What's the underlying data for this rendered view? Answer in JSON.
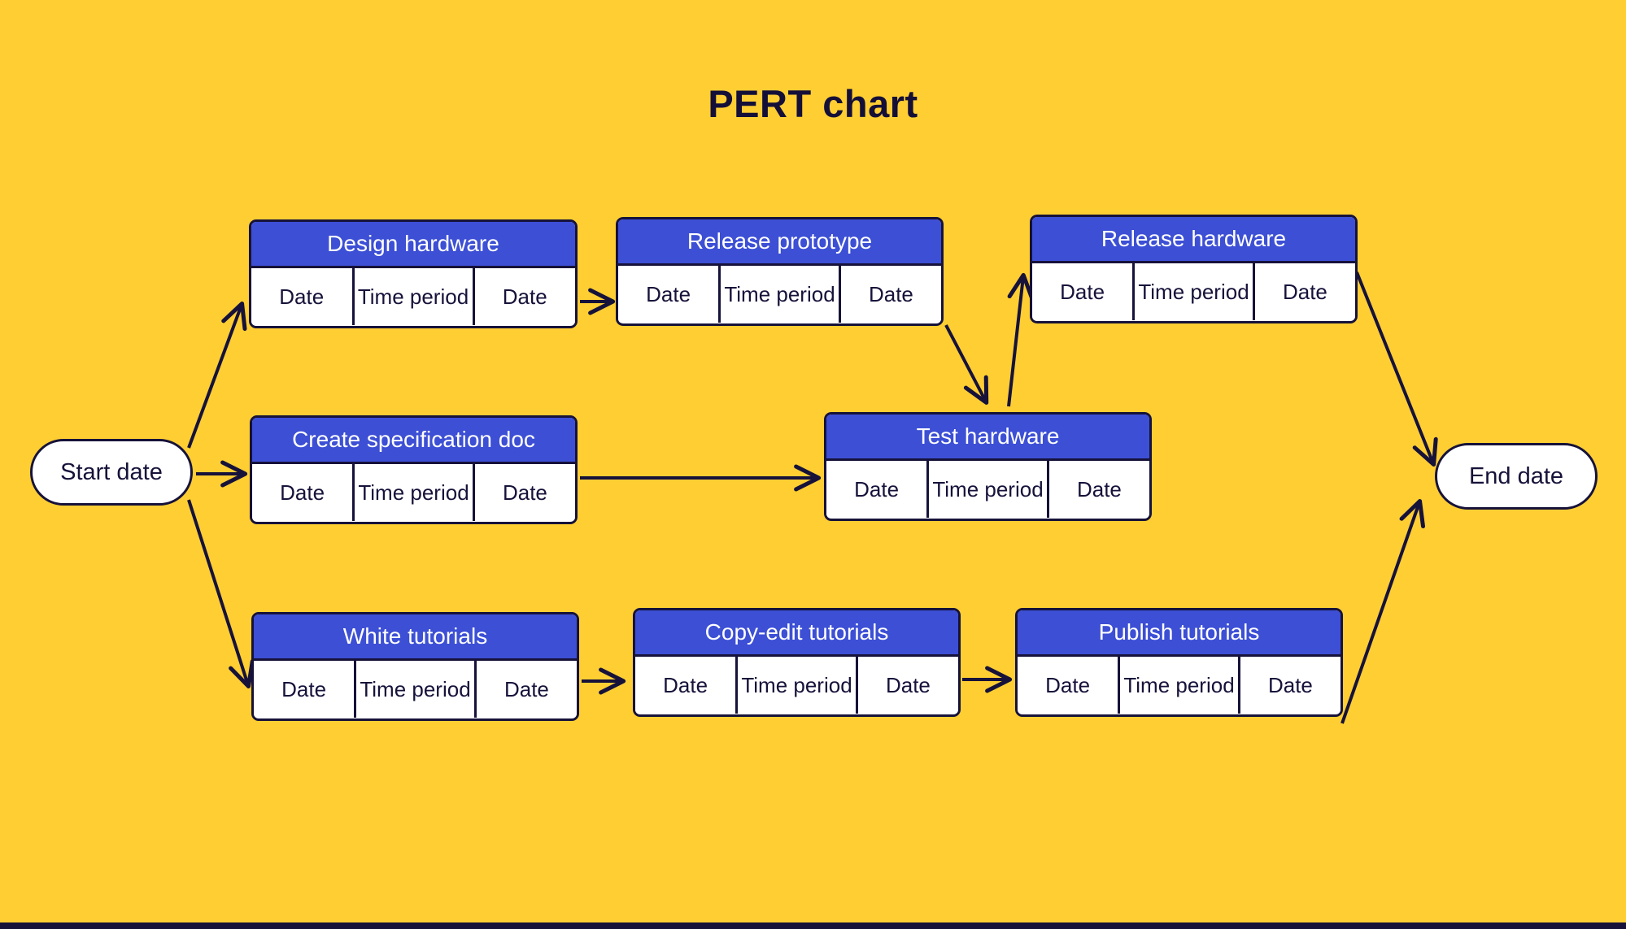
{
  "title": "PERT chart",
  "colors": {
    "background": "#FECE33",
    "node_header": "#3C4FD5",
    "outline": "#16123a",
    "node_body": "#ffffff",
    "header_text": "#ffffff",
    "cell_text": "#16123a",
    "title_text": "#140f38"
  },
  "cell_labels": {
    "start": "Date",
    "duration": "Time period",
    "end": "Date"
  },
  "terminals": {
    "start": "Start date",
    "end": "End date"
  },
  "tasks": [
    {
      "id": "design-hardware",
      "header": "Design hardware",
      "cells": [
        "Date",
        "Time period",
        "Date"
      ]
    },
    {
      "id": "release-prototype",
      "header": "Release prototype",
      "cells": [
        "Date",
        "Time period",
        "Date"
      ]
    },
    {
      "id": "release-hardware",
      "header": "Release hardware",
      "cells": [
        "Date",
        "Time period",
        "Date"
      ]
    },
    {
      "id": "create-specification-doc",
      "header": "Create specification doc",
      "cells": [
        "Date",
        "Time period",
        "Date"
      ]
    },
    {
      "id": "test-hardware",
      "header": "Test hardware",
      "cells": [
        "Date",
        "Time period",
        "Date"
      ]
    },
    {
      "id": "white-tutorials",
      "header": "White tutorials",
      "cells": [
        "Date",
        "Time period",
        "Date"
      ]
    },
    {
      "id": "copy-edit-tutorials",
      "header": "Copy-edit tutorials",
      "cells": [
        "Date",
        "Time period",
        "Date"
      ]
    },
    {
      "id": "publish-tutorials",
      "header": "Publish tutorials",
      "cells": [
        "Date",
        "Time period",
        "Date"
      ]
    }
  ],
  "chart_data": {
    "type": "diagram",
    "diagram_kind": "PERT network chart",
    "title": "PERT chart",
    "nodes": [
      {
        "id": "start-date",
        "label": "Start date",
        "shape": "stadium"
      },
      {
        "id": "design-hardware",
        "label": "Design hardware",
        "shape": "task-box"
      },
      {
        "id": "release-prototype",
        "label": "Release prototype",
        "shape": "task-box"
      },
      {
        "id": "release-hardware",
        "label": "Release hardware",
        "shape": "task-box"
      },
      {
        "id": "create-specification-doc",
        "label": "Create specification doc",
        "shape": "task-box"
      },
      {
        "id": "test-hardware",
        "label": "Test hardware",
        "shape": "task-box"
      },
      {
        "id": "white-tutorials",
        "label": "White tutorials",
        "shape": "task-box"
      },
      {
        "id": "copy-edit-tutorials",
        "label": "Copy-edit tutorials",
        "shape": "task-box"
      },
      {
        "id": "publish-tutorials",
        "label": "Publish tutorials",
        "shape": "task-box"
      },
      {
        "id": "end-date",
        "label": "End date",
        "shape": "stadium"
      }
    ],
    "edges": [
      {
        "from": "start-date",
        "to": "design-hardware"
      },
      {
        "from": "start-date",
        "to": "create-specification-doc"
      },
      {
        "from": "start-date",
        "to": "white-tutorials"
      },
      {
        "from": "design-hardware",
        "to": "release-prototype"
      },
      {
        "from": "release-prototype",
        "to": "test-hardware"
      },
      {
        "from": "create-specification-doc",
        "to": "test-hardware"
      },
      {
        "from": "test-hardware",
        "to": "release-hardware"
      },
      {
        "from": "release-hardware",
        "to": "end-date"
      },
      {
        "from": "white-tutorials",
        "to": "copy-edit-tutorials"
      },
      {
        "from": "copy-edit-tutorials",
        "to": "publish-tutorials"
      },
      {
        "from": "publish-tutorials",
        "to": "end-date"
      }
    ],
    "rows": 3,
    "legend": []
  }
}
